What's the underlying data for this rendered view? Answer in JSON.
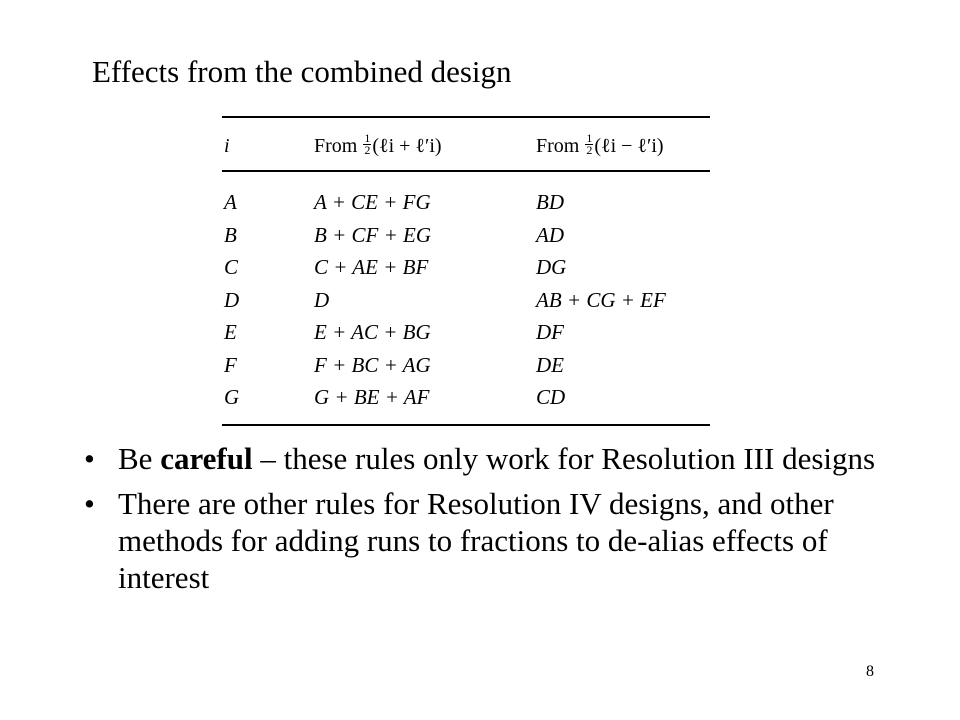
{
  "slide": {
    "title": "Effects from the combined design",
    "page_number": "8"
  },
  "table": {
    "headers": {
      "col1": "i",
      "col2_prefix": "From ",
      "col2_frac_num": "1",
      "col2_frac_den": "2",
      "col2_expr": "(ℓi + ℓ′i)",
      "col3_prefix": "From ",
      "col3_frac_num": "1",
      "col3_frac_den": "2",
      "col3_expr": "(ℓi − ℓ′i)"
    },
    "rows": [
      {
        "i": "A",
        "plus": "A + CE + FG",
        "minus": "BD"
      },
      {
        "i": "B",
        "plus": "B + CF + EG",
        "minus": "AD"
      },
      {
        "i": "C",
        "plus": "C + AE + BF",
        "minus": "DG"
      },
      {
        "i": "D",
        "plus": "D",
        "minus": "AB + CG + EF"
      },
      {
        "i": "E",
        "plus": "E + AC + BG",
        "minus": "DF"
      },
      {
        "i": "F",
        "plus": "F + BC + AG",
        "minus": "DE"
      },
      {
        "i": "G",
        "plus": "G + BE + AF",
        "minus": "CD"
      }
    ]
  },
  "bullets": [
    {
      "marker": "•",
      "before": "Be ",
      "bold": "careful",
      "after": " – these rules only work for Resolution III designs"
    },
    {
      "marker": "•",
      "text": "There are other rules for Resolution IV designs, and other methods for adding runs to fractions to de-alias effects of interest"
    }
  ]
}
